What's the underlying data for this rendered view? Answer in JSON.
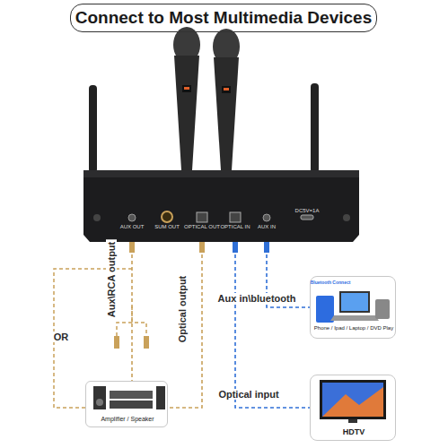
{
  "diagram": {
    "title": "Connect to Most Multimedia Devices",
    "nodes": [
      {
        "text": [
          "AUX OUT",
          "SUM OUT",
          "OPTICAL OUT",
          "OPTICAL IN",
          "AUX IN",
          "DC5V=1A"
        ]
      },
      {
        "text": [
          "Bluetooth Connect",
          "Phone / Ipad / Laptop / DVD Play"
        ]
      },
      {
        "text": [
          "Amplifier / Speaker"
        ]
      },
      {
        "text": [
          "HDTV"
        ]
      }
    ],
    "edges": [
      {
        "from": 0,
        "to": 2,
        "label": "Aux\\RCA output",
        "arrow": "none"
      },
      {
        "from": 0,
        "to": 2,
        "label": "Optical output",
        "arrow": "none"
      },
      {
        "from": 0,
        "to": 3,
        "label": "Optical input",
        "arrow": "none"
      },
      {
        "from": 0,
        "to": 1,
        "label": "Aux in\\bluetooth",
        "arrow": "none"
      }
    ],
    "labels": [
      "OR"
    ]
  }
}
